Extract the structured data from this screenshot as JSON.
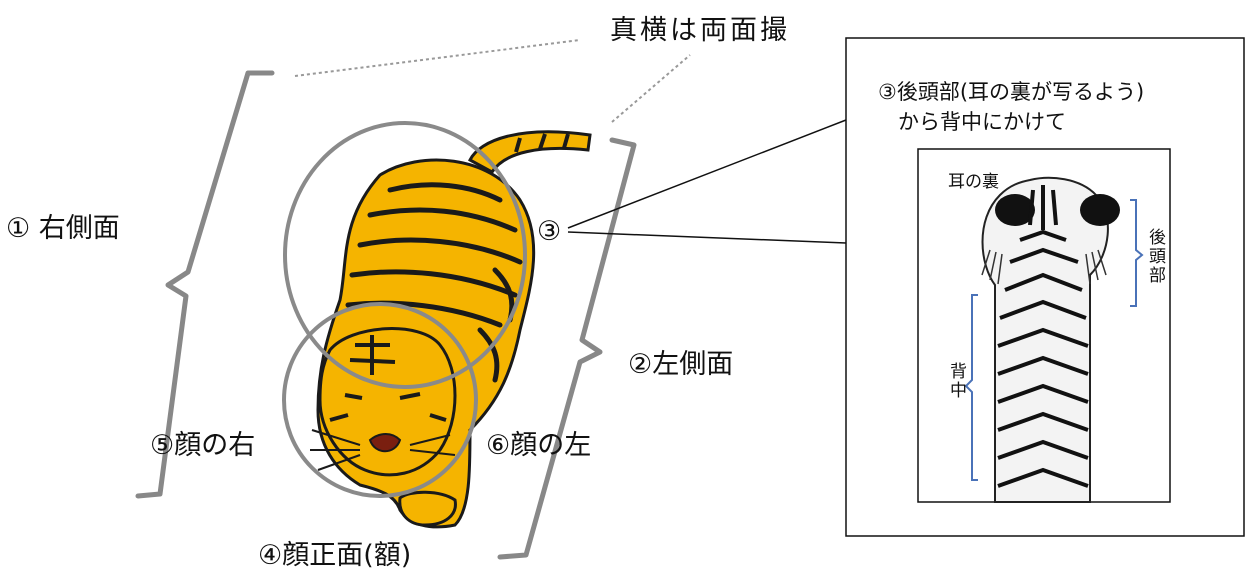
{
  "title": "真横は両面撮",
  "labels": {
    "right_side": "① 右側面",
    "left_side": "②左側面",
    "marker_3": "③",
    "face_front": "④顔正面(額)",
    "face_right": "⑤顔の右",
    "face_left": "⑥顔の左"
  },
  "inset": {
    "caption_line1": "③後頭部(耳の裏が写るよう)",
    "caption_line2": "から背中にかけて",
    "ear_back": "耳の裏",
    "back_of_head": "後頭部",
    "back": "背中"
  },
  "colors": {
    "tiger_fill": "#f5b400",
    "stripe": "#1a1a1a",
    "circle": "#8a8a8a",
    "bracket": "#888888",
    "inset_bracket": "#4a72b8",
    "nose": "#7a1f10"
  }
}
